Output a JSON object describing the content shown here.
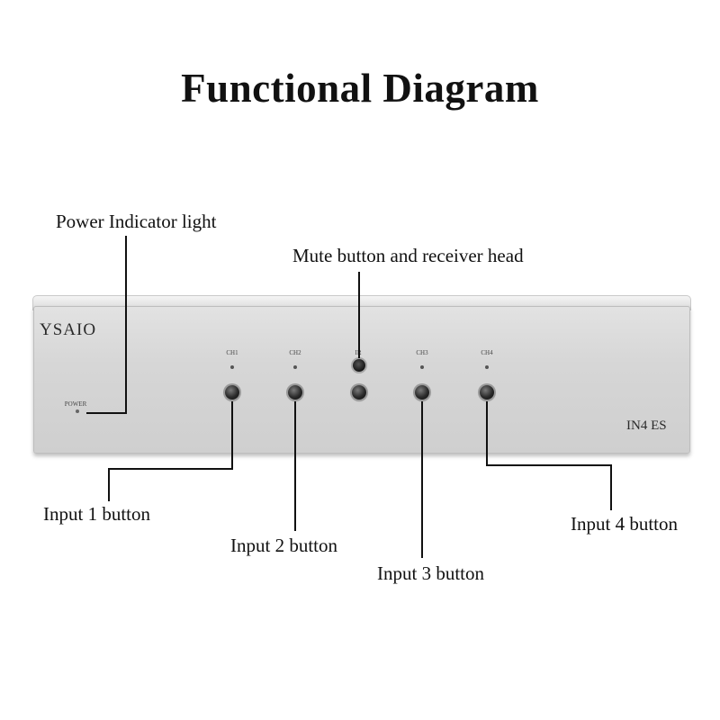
{
  "title": "Functional Diagram",
  "device": {
    "brand": "YSAIO",
    "model": "IN4 ES",
    "power_label": "POWER",
    "channel_labels": [
      "CH1",
      "CH2",
      "IR",
      "CH3",
      "CH4"
    ]
  },
  "callouts": {
    "power": "Power Indicator light",
    "mute": "Mute button and receiver head",
    "input1": "Input 1 button",
    "input2": "Input 2 button",
    "input3": "Input 3 button",
    "input4": "Input 4 button"
  },
  "colors": {
    "panel": "#d6d6d6",
    "leader_line": "#111111",
    "knob": "#1a1a1a"
  }
}
